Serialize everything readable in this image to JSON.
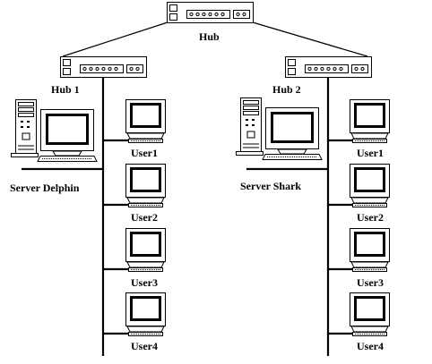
{
  "hub": {
    "label": "Hub"
  },
  "lans": [
    {
      "hub_label": "Hub 1",
      "server_label": "Server Delphin",
      "users": [
        "User1",
        "User2",
        "User3",
        "User4"
      ]
    },
    {
      "hub_label": "Hub 2",
      "server_label": "Server Shark",
      "users": [
        "User1",
        "User2",
        "User3",
        "User4"
      ]
    }
  ]
}
